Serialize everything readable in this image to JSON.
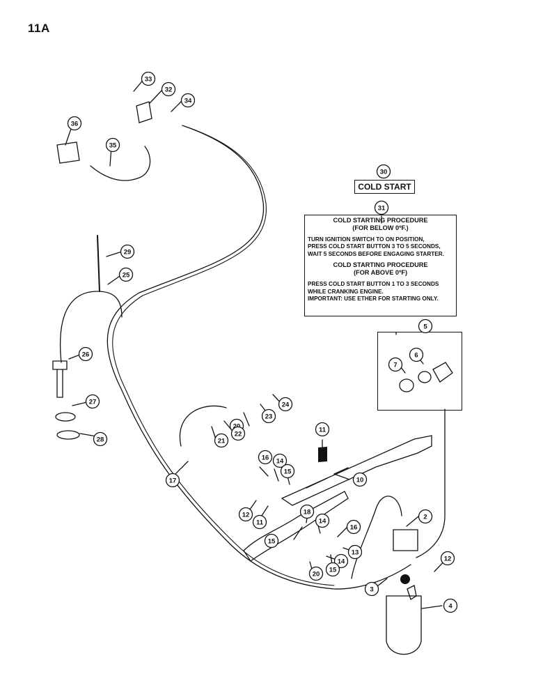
{
  "page": {
    "number": "11A"
  },
  "decal_cold_start": {
    "text": "COLD START"
  },
  "decal_procedure": {
    "heading_below": "COLD STARTING PROCEDURE",
    "subheading_below": "(FOR BELOW 0ºF.)",
    "body_below": [
      "TURN IGNITION SWITCH TO ON POSITION,",
      "PRESS COLD START BUTTON 3 TO 5 SECONDS,",
      "WAIT 5 SECONDS BEFORE ENGAGING STARTER."
    ],
    "heading_above": "COLD STARTING PROCEDURE",
    "subheading_above": "(FOR ABOVE 0ºF)",
    "body_above": [
      "PRESS COLD START BUTTON 1 TO 3 SECONDS",
      "WHILE CRANKING ENGINE.",
      "IMPORTANT: USE ETHER FOR STARTING ONLY."
    ]
  },
  "callouts": [
    "2",
    "3",
    "4",
    "5",
    "6",
    "7",
    "10",
    "11",
    "11",
    "12",
    "12",
    "13",
    "14",
    "14",
    "14",
    "15",
    "15",
    "15",
    "16",
    "16",
    "17",
    "18",
    "20",
    "20",
    "21",
    "22",
    "23",
    "24",
    "25",
    "26",
    "27",
    "28",
    "29",
    "30",
    "31",
    "32",
    "33",
    "34",
    "35",
    "36"
  ]
}
